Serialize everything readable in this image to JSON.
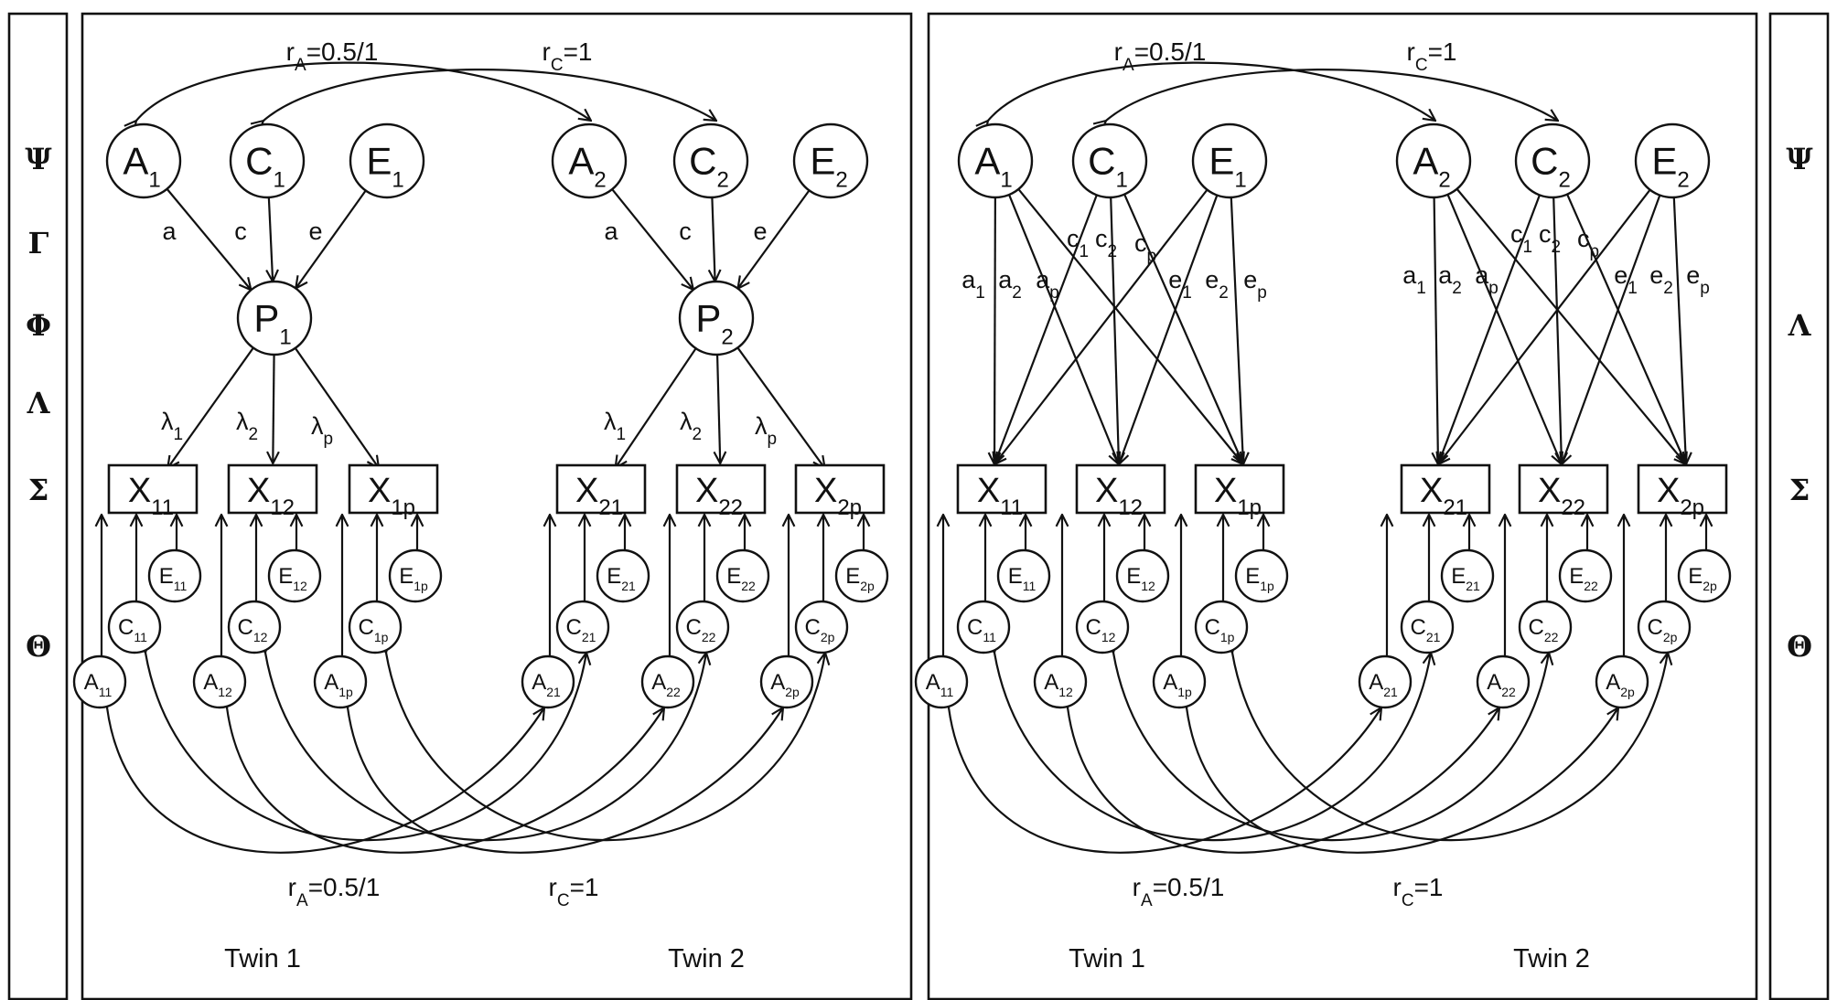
{
  "colors": {
    "ink": "#111111",
    "paper": "#ffffff"
  },
  "left_matrices": [
    "Ψ",
    "Γ",
    "Φ",
    "Λ",
    "Σ",
    "Θ"
  ],
  "right_matrices": [
    "Ψ",
    "Λ",
    "Σ",
    "Θ"
  ],
  "panels": [
    {
      "id": "common-pathway",
      "latent_nodes": [
        {
          "id": "A1",
          "main": "A",
          "sub": "1"
        },
        {
          "id": "C1",
          "main": "C",
          "sub": "1"
        },
        {
          "id": "E1",
          "main": "E",
          "sub": "1"
        },
        {
          "id": "A2",
          "main": "A",
          "sub": "2"
        },
        {
          "id": "C2",
          "main": "C",
          "sub": "2"
        },
        {
          "id": "E2",
          "main": "E",
          "sub": "2"
        }
      ],
      "phenotype_nodes": [
        {
          "id": "P1",
          "main": "P",
          "sub": "1"
        },
        {
          "id": "P2",
          "main": "P",
          "sub": "2"
        }
      ],
      "indicators": [
        {
          "id": "X11",
          "main": "X",
          "sub": "11"
        },
        {
          "id": "X12",
          "main": "X",
          "sub": "12"
        },
        {
          "id": "X1p",
          "main": "X",
          "sub": "1p"
        },
        {
          "id": "X21",
          "main": "X",
          "sub": "21"
        },
        {
          "id": "X22",
          "main": "X",
          "sub": "22"
        },
        {
          "id": "X2p",
          "main": "X",
          "sub": "2p"
        }
      ],
      "path_labels": [
        {
          "main": "a",
          "sub": ""
        },
        {
          "main": "c",
          "sub": ""
        },
        {
          "main": "e",
          "sub": ""
        },
        {
          "main": "a",
          "sub": ""
        },
        {
          "main": "c",
          "sub": ""
        },
        {
          "main": "e",
          "sub": ""
        },
        {
          "main": "λ",
          "sub": "1"
        },
        {
          "main": "λ",
          "sub": "2"
        },
        {
          "main": "λ",
          "sub": "p"
        },
        {
          "main": "λ",
          "sub": "1"
        },
        {
          "main": "λ",
          "sub": "2"
        },
        {
          "main": "λ",
          "sub": "p"
        }
      ],
      "top_correlations": [
        {
          "main": "r",
          "sub": "A",
          "rest": "=0.5/1"
        },
        {
          "main": "r",
          "sub": "C",
          "rest": "=1"
        }
      ],
      "bottom_correlations": [
        {
          "main": "r",
          "sub": "A",
          "rest": "=0.5/1"
        },
        {
          "main": "r",
          "sub": "C",
          "rest": "=1"
        }
      ],
      "twins": [
        "Twin 1",
        "Twin 2"
      ]
    },
    {
      "id": "independent-pathway",
      "latent_nodes": [
        {
          "id": "A1",
          "main": "A",
          "sub": "1"
        },
        {
          "id": "C1",
          "main": "C",
          "sub": "1"
        },
        {
          "id": "E1",
          "main": "E",
          "sub": "1"
        },
        {
          "id": "A2",
          "main": "A",
          "sub": "2"
        },
        {
          "id": "C2",
          "main": "C",
          "sub": "2"
        },
        {
          "id": "E2",
          "main": "E",
          "sub": "2"
        }
      ],
      "indicators": [
        {
          "id": "X11",
          "main": "X",
          "sub": "11"
        },
        {
          "id": "X12",
          "main": "X",
          "sub": "12"
        },
        {
          "id": "X1p",
          "main": "X",
          "sub": "1p"
        },
        {
          "id": "X21",
          "main": "X",
          "sub": "21"
        },
        {
          "id": "X22",
          "main": "X",
          "sub": "22"
        },
        {
          "id": "X2p",
          "main": "X",
          "sub": "2p"
        }
      ],
      "path_labels": [
        {
          "main": "a",
          "sub": "1"
        },
        {
          "main": "a",
          "sub": "2"
        },
        {
          "main": "a",
          "sub": "p"
        },
        {
          "main": "c",
          "sub": "1"
        },
        {
          "main": "c",
          "sub": "2"
        },
        {
          "main": "c",
          "sub": "p"
        },
        {
          "main": "e",
          "sub": "1"
        },
        {
          "main": "e",
          "sub": "2"
        },
        {
          "main": "e",
          "sub": "p"
        },
        {
          "main": "a",
          "sub": "1"
        },
        {
          "main": "a",
          "sub": "2"
        },
        {
          "main": "a",
          "sub": "p"
        },
        {
          "main": "c",
          "sub": "1"
        },
        {
          "main": "c",
          "sub": "2"
        },
        {
          "main": "c",
          "sub": "p"
        },
        {
          "main": "e",
          "sub": "1"
        },
        {
          "main": "e",
          "sub": "2"
        },
        {
          "main": "e",
          "sub": "p"
        }
      ],
      "top_correlations": [
        {
          "main": "r",
          "sub": "A",
          "rest": "=0.5/1"
        },
        {
          "main": "r",
          "sub": "C",
          "rest": "=1"
        }
      ],
      "bottom_correlations": [
        {
          "main": "r",
          "sub": "A",
          "rest": "=0.5/1"
        },
        {
          "main": "r",
          "sub": "C",
          "rest": "=1"
        }
      ],
      "twins": [
        "Twin 1",
        "Twin 2"
      ]
    }
  ],
  "residual_groups": [
    {
      "twin": "1",
      "ind": "1",
      "nodes": [
        {
          "main": "A",
          "sub": "11"
        },
        {
          "main": "C",
          "sub": "11"
        },
        {
          "main": "E",
          "sub": "11"
        }
      ]
    },
    {
      "twin": "1",
      "ind": "2",
      "nodes": [
        {
          "main": "A",
          "sub": "12"
        },
        {
          "main": "C",
          "sub": "12"
        },
        {
          "main": "E",
          "sub": "12"
        }
      ]
    },
    {
      "twin": "1",
      "ind": "p",
      "nodes": [
        {
          "main": "A",
          "sub": "1p"
        },
        {
          "main": "C",
          "sub": "1p"
        },
        {
          "main": "E",
          "sub": "1p"
        }
      ]
    },
    {
      "twin": "2",
      "ind": "1",
      "nodes": [
        {
          "main": "A",
          "sub": "21"
        },
        {
          "main": "C",
          "sub": "21"
        },
        {
          "main": "E",
          "sub": "21"
        }
      ]
    },
    {
      "twin": "2",
      "ind": "2",
      "nodes": [
        {
          "main": "A",
          "sub": "22"
        },
        {
          "main": "C",
          "sub": "22"
        },
        {
          "main": "E",
          "sub": "22"
        }
      ]
    },
    {
      "twin": "2",
      "ind": "p",
      "nodes": [
        {
          "main": "A",
          "sub": "2p"
        },
        {
          "main": "C",
          "sub": "2p"
        },
        {
          "main": "E",
          "sub": "2p"
        }
      ]
    }
  ]
}
